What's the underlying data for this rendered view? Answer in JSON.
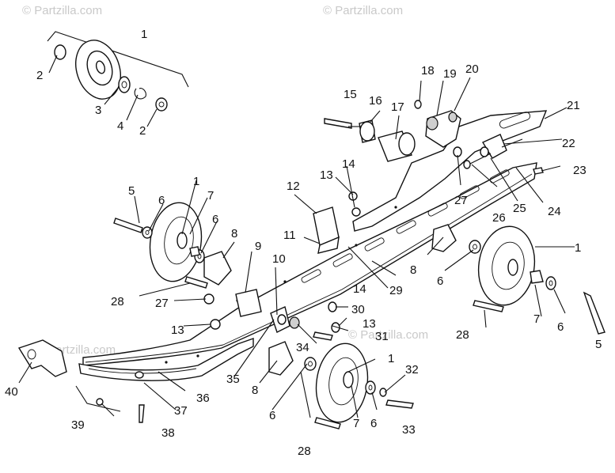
{
  "watermarks": [
    "© Partzilla.com",
    "© Partzilla.com",
    "© Partzilla.com",
    "© Partzilla.com"
  ],
  "callouts": [
    "1",
    "2",
    "3",
    "4",
    "2",
    "1",
    "5",
    "6",
    "7",
    "6",
    "8",
    "9",
    "10",
    "11",
    "12",
    "13",
    "14",
    "15",
    "16",
    "17",
    "18",
    "19",
    "20",
    "21",
    "22",
    "23",
    "24",
    "25",
    "26",
    "27",
    "28",
    "27",
    "13",
    "14",
    "30",
    "29",
    "8",
    "6",
    "1",
    "5",
    "6",
    "7",
    "28",
    "13",
    "31",
    "34",
    "35",
    "8",
    "6",
    "1",
    "7",
    "6",
    "32",
    "33",
    "28",
    "36",
    "37",
    "38",
    "39",
    "40"
  ]
}
